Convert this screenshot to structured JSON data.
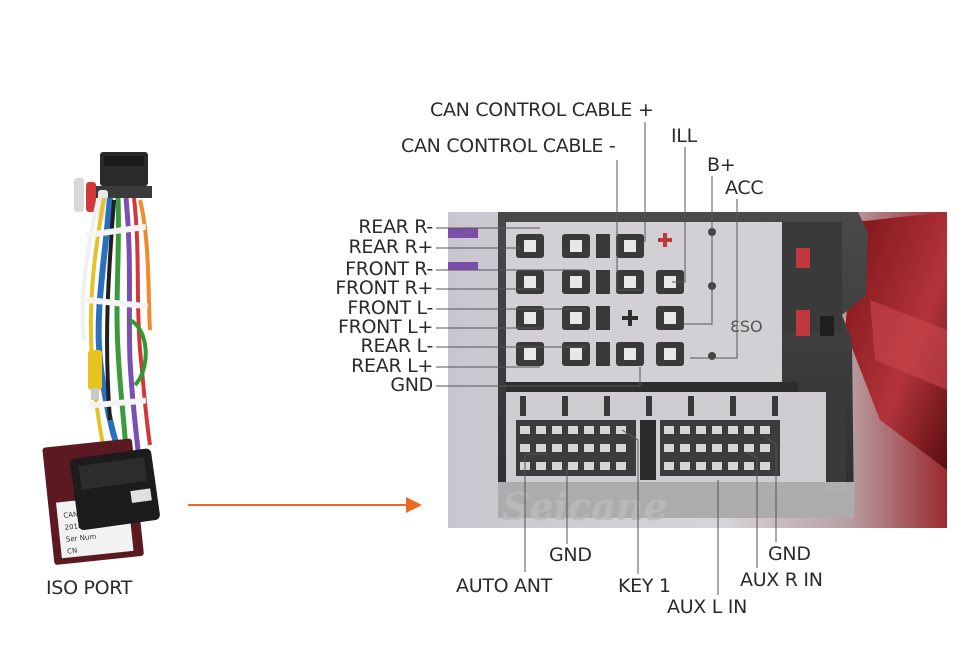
{
  "left_caption": "ISO PORT",
  "watermark": "Seicane",
  "harness_sticker_lines": [
    "CAN BUS DECODER",
    "2018-02-13",
    "Ser Num",
    "CN"
  ],
  "top_labels": {
    "can_plus": "CAN CONTROL CABLE +",
    "can_minus": "CAN CONTROL CABLE -",
    "ill": "ILL",
    "b_plus": "B+",
    "acc": "ACC"
  },
  "left_labels": {
    "rear_r_minus": "REAR R-",
    "rear_r_plus": "REAR R+",
    "front_r_minus": "FRONT R-",
    "front_r_plus": "FRONT R+",
    "front_l_minus": "FRONT L-",
    "front_l_plus": "FRONT L+",
    "rear_l_minus": "REAR L-",
    "rear_l_plus": "REAR L+",
    "gnd": "GND"
  },
  "bottom_labels": {
    "auto_ant": "AUTO ANT",
    "gnd_left": "GND",
    "key1": "KEY 1",
    "aux_l_in": "AUX L IN",
    "aux_r_in": "AUX R IN",
    "gnd_right": "GND"
  },
  "colors": {
    "arrow": "#ee6a22",
    "leader": "#555555",
    "connector": "#3c3c3c",
    "red_accent": "#8a1a1a"
  }
}
